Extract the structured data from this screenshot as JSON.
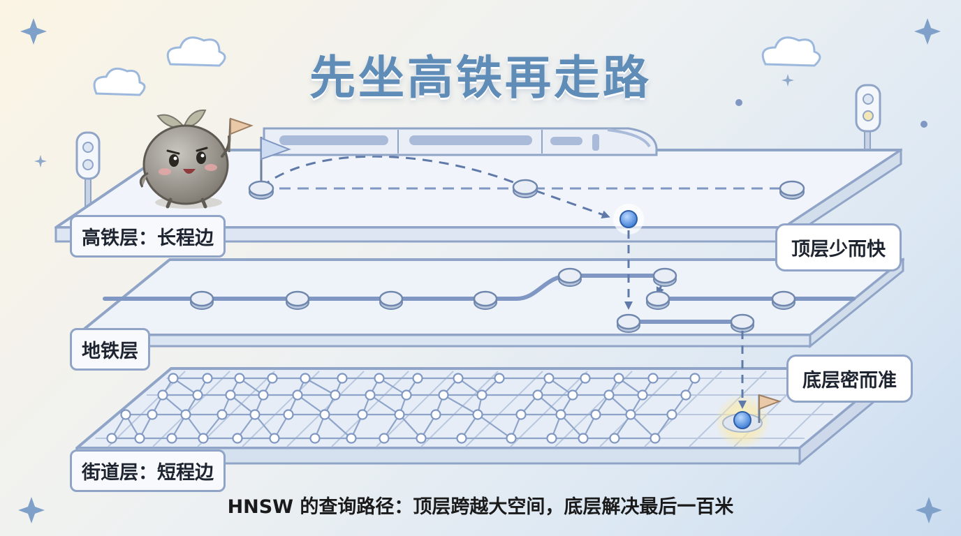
{
  "title": "先坐高铁再走路",
  "layers": {
    "top_label": "高铁层：长程边",
    "middle_label": "地铁层",
    "bottom_label": "街道层：短程边"
  },
  "callouts": {
    "top": "顶层少而快",
    "bottom": "底层密而准"
  },
  "caption": "HNSW 的查询路径：顶层跨越大空间，底层解决最后一百米",
  "colors": {
    "title": "#5f8db8",
    "outline": "#8fa4c6",
    "track": "#7f97c2",
    "node_fill": "#e4eaf4",
    "highlight": "#4d8fe0",
    "flag": "#e9c9a8"
  },
  "icons": [
    "train-icon",
    "mascot-icon",
    "flag-icon",
    "traffic-light-icon",
    "cloud-icon",
    "sparkle-icon"
  ]
}
